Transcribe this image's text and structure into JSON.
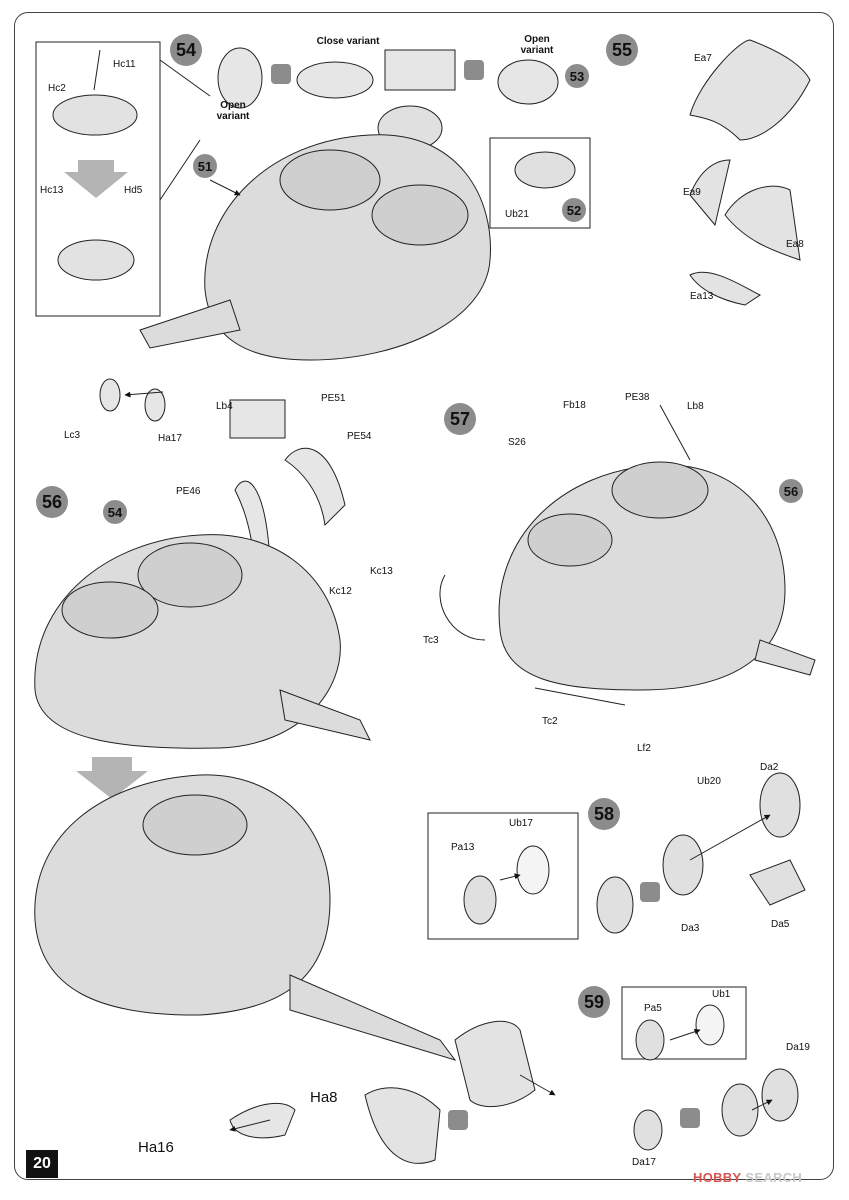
{
  "page_number": "20",
  "steps": {
    "s54": "54",
    "s55": "55",
    "s56": "56",
    "s57": "57",
    "s58": "58",
    "s59": "59",
    "sub51": "51",
    "sub52": "52",
    "sub53": "53",
    "sub54": "54",
    "sub56": "56"
  },
  "captions": {
    "close_variant": "Close variant",
    "open_variant_a": "Open variant",
    "open_variant_b": "Open variant"
  },
  "parts": {
    "hc11": "Hc11",
    "hc2": "Hc2",
    "hc13": "Hc13",
    "hd5": "Hd5",
    "ub21": "Ub21",
    "ea7": "Ea7",
    "ea9": "Ea9",
    "ea8": "Ea8",
    "ea13": "Ea13",
    "lc3": "Lc3",
    "ha17": "Ha17",
    "lb4": "Lb4",
    "pe51": "PE51",
    "pe54": "PE54",
    "pe46": "PE46",
    "kc12": "Kc12",
    "kc13": "Kc13",
    "fb18": "Fb18",
    "pe38": "PE38",
    "lb8": "Lb8",
    "s26": "S26",
    "tc3": "Tc3",
    "tc2": "Tc2",
    "lf2": "Lf2",
    "ub17": "Ub17",
    "pa13": "Pa13",
    "ub20": "Ub20",
    "da2": "Da2",
    "da3": "Da3",
    "da5": "Da5",
    "ub1": "Ub1",
    "pa5": "Pa5",
    "da19": "Da19",
    "da17": "Da17",
    "ha8": "Ha8",
    "ha16": "Ha16"
  },
  "watermark": {
    "brand": "HOBBY",
    "suffix": "SEARCH"
  }
}
